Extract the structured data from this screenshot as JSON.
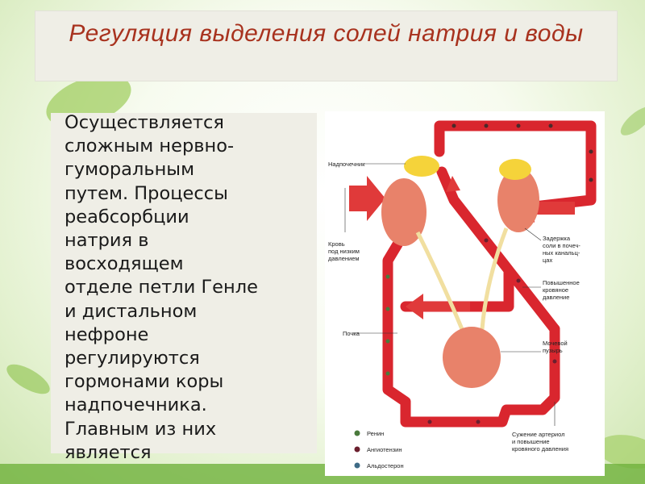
{
  "title": "Регуляция выделения солей натрия и воды",
  "body_text": "Осуществляется\nсложным нервно-\nгуморальным\nпутем. Процессы\nреабсорбции\nнатрия в\nвосходящем\nотделе петли Генле\nи дистальном\nнефроне\nрегулируются\nгормонами коры\nнадпочечника.\nГлавным из них\nявляется",
  "diagram": {
    "labels": {
      "adrenal": "Надпочечник",
      "blood_low_1": "Кровь",
      "blood_low_2": "под низким",
      "blood_low_3": "давлением",
      "kidney": "Почка",
      "retention_1": "Задержка",
      "retention_2": "соли в почеч-",
      "retention_3": "ных канальц-",
      "retention_4": "цах",
      "pressure_1": "Повышенное",
      "pressure_2": "кровяное",
      "pressure_3": "давление",
      "bladder_1": "Мочевой",
      "bladder_2": "пузырь",
      "constrict_1": "Сужение артериол",
      "constrict_2": "и повышение",
      "constrict_3": "кровяного давления"
    },
    "legend": [
      {
        "label": "Ренин",
        "color": "#4a7a3c"
      },
      {
        "label": "Ангиотензин",
        "color": "#6b1f2e"
      },
      {
        "label": "Альдостерон",
        "color": "#3e6b86"
      }
    ]
  },
  "colors": {
    "title": "#a8321e",
    "vessel": "#d9262e",
    "kidney": "#e8826a",
    "adrenal": "#f5d33a"
  }
}
